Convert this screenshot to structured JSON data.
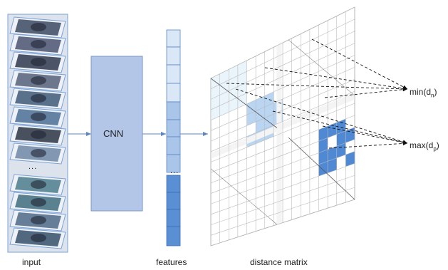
{
  "diagram": {
    "input_label": "input",
    "cnn_label": "CNN",
    "features_label": "features",
    "matrix_label": "distance matrix",
    "ellipsis": "...",
    "min_label": {
      "prefix": "min(d",
      "sub": "n",
      "suffix": ")"
    },
    "max_label": {
      "prefix": "max(d",
      "sub": "p",
      "suffix": ")"
    },
    "colors": {
      "panel_bg": "#dde3ec",
      "panel_border": "#7aa2d6",
      "cnn_fill": "#b3c6e7",
      "light_feature": "#d9e7f6",
      "dark_feature": "#5a8fd4",
      "arrow": "#5b86c5",
      "grid_line": "#bbbbbb",
      "cell_pale": "#eaf5fb",
      "cell_light": "#b9d5f2",
      "cell_dark": "#4f88d3"
    }
  }
}
